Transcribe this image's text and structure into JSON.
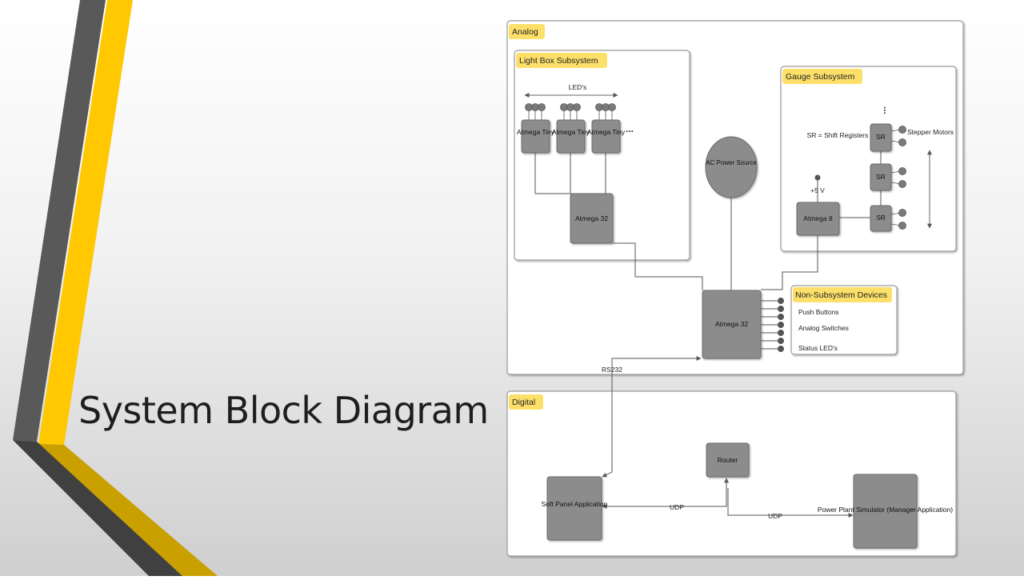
{
  "slide": {
    "title": "System Block Diagram"
  },
  "colors": {
    "accent_yellow": "#ffc800",
    "stripe_dark": "#595959",
    "stripe_gold": "#c9a000",
    "label_tag": "#fde06a",
    "block_fill": "#8c8c8c",
    "panel_border": "#9a9a9a"
  },
  "diagram": {
    "analog": {
      "label": "Analog",
      "light_box": {
        "label": "Light Box Subsystem",
        "leds_label": "LED's",
        "tiny_chips": [
          "Atmega Tiny",
          "Atmega Tiny",
          "Atmega Tiny"
        ],
        "more_ellipsis": "...",
        "controller": "Atmega 32"
      },
      "gauge": {
        "label": "Gauge Subsystem",
        "sr_note": "SR = Shift Registers",
        "stepper_label": "Stepper Motors",
        "more_ellipsis": "...",
        "shift_registers": [
          "SR",
          "SR",
          "SR"
        ],
        "voltage": "+5 V",
        "controller": "Atmega 8"
      },
      "power_source": "AC Power Source",
      "main_controller": "Atmega 32",
      "non_subsystem": {
        "label": "Non-Subsystem Devices",
        "items": [
          "Push Buttons",
          "Analog Switches",
          "Status LED's"
        ]
      }
    },
    "link_label": "RS232",
    "digital": {
      "label": "Digital",
      "router": "Router",
      "soft_panel": "Soft Panel Application",
      "simulator": "Power Plant Simulator (Manager Application)",
      "udp_left": "UDP",
      "udp_right": "UDP"
    }
  }
}
